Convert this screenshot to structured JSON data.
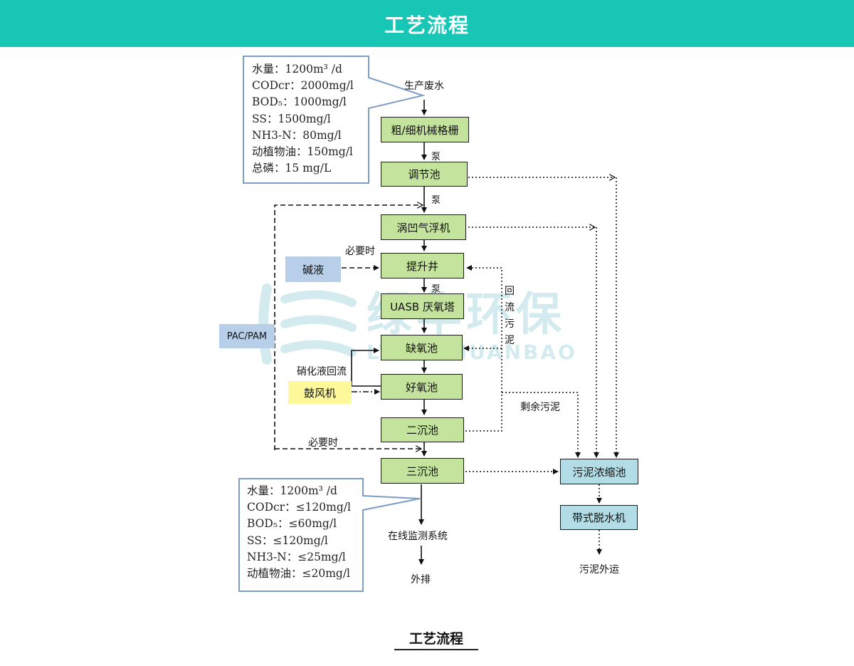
{
  "header": {
    "title": "工艺流程"
  },
  "watermark": {
    "cn": "绿华环保",
    "en": "LVHUAHUANBAO"
  },
  "influent": {
    "lines": [
      "水量：1200m³ /d",
      "CODcr：2000mg/l",
      "BOD₅：1000mg/l",
      "SS：1500mg/l",
      "NH3-N：80mg/l",
      "动植物油：150mg/l",
      "总磷：15 mg/L"
    ]
  },
  "effluent": {
    "lines": [
      "水量：1200m³ /d",
      "CODcr：≤120mg/l",
      "BOD₅：≤60mg/l",
      "SS：≤120mg/l",
      "NH3-N：≤25mg/l",
      "动植物油：≤20mg/l"
    ]
  },
  "nodes": {
    "wastewater": "生产废水",
    "screen": "粗/细机械格栅",
    "equalization": "调节池",
    "flotation": "涡凹气浮机",
    "lift_well": "提升井",
    "uasb": "UASB 厌氧塔",
    "anoxic": "缺氧池",
    "aerobic": "好氧池",
    "secondary": "二沉池",
    "tertiary": "三沉池",
    "monitor": "在线监测系统",
    "discharge": "外排",
    "thickener": "污泥浓缩池",
    "belt_press": "带式脱水机",
    "sludge_out": "污泥外运"
  },
  "labels": {
    "pump1": "泵",
    "pump2": "泵",
    "pump3": "泵",
    "when_needed_top": "必要时",
    "when_needed_bottom": "必要时",
    "nitrate_return": "硝化液回流",
    "return_sludge": "回流污泥",
    "excess_sludge": "剩余污泥"
  },
  "chemicals": {
    "alkali": "碱液",
    "pac_pam": "PAC/PAM",
    "blower": "鼓风机"
  },
  "colors": {
    "header": "#18c6b5",
    "process_box": "#c4e39d",
    "sludge_box": "#b3dde6",
    "alkali_tag": "#b8cfe9",
    "blower_tag": "#fdf99a"
  },
  "footer": {
    "title": "工艺流程"
  }
}
